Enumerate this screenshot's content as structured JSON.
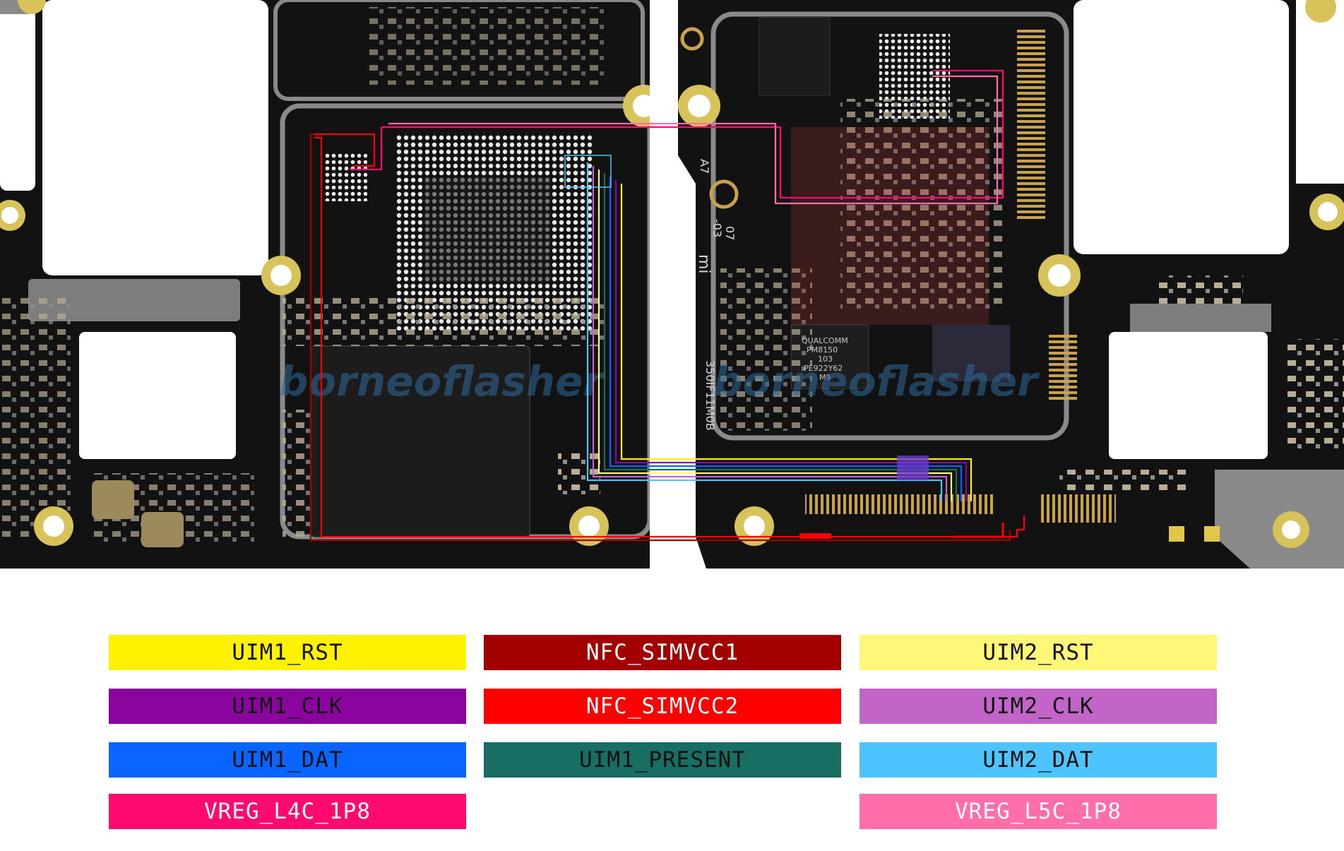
{
  "board": {
    "watermark_left": "borneoflasher",
    "watermark_right": "borneoflasher",
    "chip_label": [
      "QUALCOMM",
      "PM8150",
      "103",
      "PE922Y62",
      "M9"
    ],
    "board_code": "350IF11M0B",
    "board_rev": [
      "A7",
      "07",
      "-03"
    ],
    "logo": "mi",
    "colors": {
      "pcb": "#121212",
      "copper": "#d8c25a",
      "trace_frame": "#9a9a9a"
    }
  },
  "legend": {
    "items": [
      {
        "label": "UIM1_RST",
        "color": "#fff200",
        "text_color": "#111111"
      },
      {
        "label": "NFC_SIMVCC1",
        "color": "#a30000",
        "text_color": "#ffffff"
      },
      {
        "label": "UIM2_RST",
        "color": "#fff778",
        "text_color": "#111111"
      },
      {
        "label": "UIM1_CLK",
        "color": "#8a059e",
        "text_color": "#111111"
      },
      {
        "label": "NFC_SIMVCC2",
        "color": "#ff0000",
        "text_color": "#ffffff"
      },
      {
        "label": "UIM2_CLK",
        "color": "#c364c8",
        "text_color": "#111111"
      },
      {
        "label": "UIM1_DAT",
        "color": "#0a64ff",
        "text_color": "#111111"
      },
      {
        "label": "UIM1_PRESENT",
        "color": "#186e62",
        "text_color": "#111111"
      },
      {
        "label": "UIM2_DAT",
        "color": "#4ec4ff",
        "text_color": "#111111"
      },
      {
        "label": "VREG_L4C_1P8",
        "color": "#ff0a6e",
        "text_color": "#ffffff"
      },
      {
        "label": "VREG_L5C_1P8",
        "color": "#ff6ea8",
        "text_color": "#ffffff"
      }
    ]
  }
}
